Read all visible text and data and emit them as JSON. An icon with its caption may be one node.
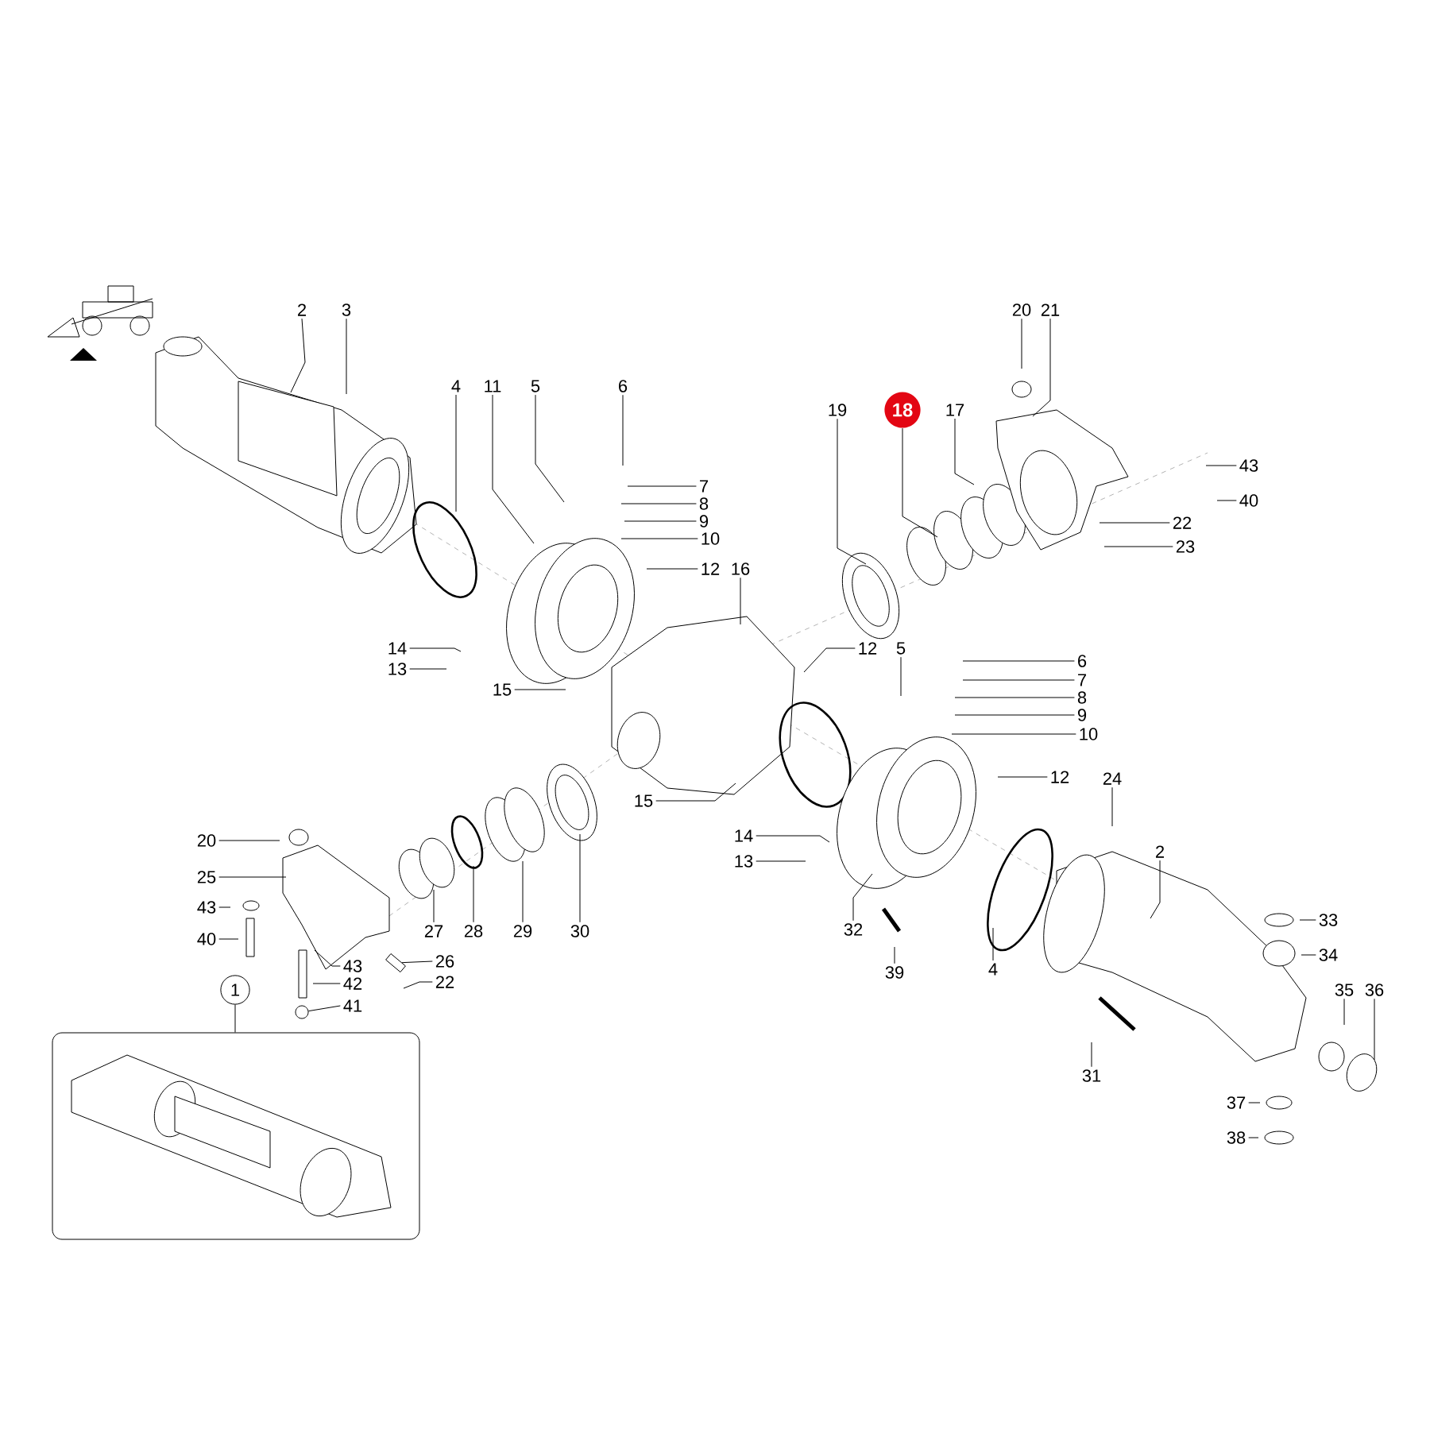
{
  "diagram": {
    "nodes": [
      {
        "text": [
          "2"
        ]
      },
      {
        "text": [
          "3"
        ]
      },
      {
        "text": [
          "20"
        ]
      },
      {
        "text": [
          "21"
        ]
      },
      {
        "text": [
          "4"
        ]
      },
      {
        "text": [
          "11"
        ]
      },
      {
        "text": [
          "5"
        ]
      },
      {
        "text": [
          "6"
        ]
      },
      {
        "text": [
          "19"
        ]
      },
      {
        "text": [
          "18"
        ]
      },
      {
        "text": [
          "17"
        ]
      },
      {
        "text": [
          "43"
        ]
      },
      {
        "text": [
          "7"
        ]
      },
      {
        "text": [
          "40"
        ]
      },
      {
        "text": [
          "8"
        ]
      },
      {
        "text": [
          "9"
        ]
      },
      {
        "text": [
          "22"
        ]
      },
      {
        "text": [
          "10"
        ]
      },
      {
        "text": [
          "23"
        ]
      },
      {
        "text": [
          "12"
        ]
      },
      {
        "text": [
          "16"
        ]
      },
      {
        "text": [
          "14"
        ]
      },
      {
        "text": [
          "12"
        ]
      },
      {
        "text": [
          "5"
        ]
      },
      {
        "text": [
          "6"
        ]
      },
      {
        "text": [
          "13"
        ]
      },
      {
        "text": [
          "7"
        ]
      },
      {
        "text": [
          "15"
        ]
      },
      {
        "text": [
          "8"
        ]
      },
      {
        "text": [
          "9"
        ]
      },
      {
        "text": [
          "10"
        ]
      },
      {
        "text": [
          "12"
        ]
      },
      {
        "text": [
          "24"
        ]
      },
      {
        "text": [
          "15"
        ]
      },
      {
        "text": [
          "14"
        ]
      },
      {
        "text": [
          "20"
        ]
      },
      {
        "text": [
          "2"
        ]
      },
      {
        "text": [
          "13"
        ]
      },
      {
        "text": [
          "25"
        ]
      },
      {
        "text": [
          "43"
        ]
      },
      {
        "text": [
          "33"
        ]
      },
      {
        "text": [
          "32"
        ]
      },
      {
        "text": [
          "27"
        ]
      },
      {
        "text": [
          "28"
        ]
      },
      {
        "text": [
          "29"
        ]
      },
      {
        "text": [
          "30"
        ]
      },
      {
        "text": [
          "40"
        ]
      },
      {
        "text": [
          "34"
        ]
      },
      {
        "text": [
          "26"
        ]
      },
      {
        "text": [
          "43"
        ]
      },
      {
        "text": [
          "39"
        ]
      },
      {
        "text": [
          "4"
        ]
      },
      {
        "text": [
          "22"
        ]
      },
      {
        "text": [
          "42"
        ]
      },
      {
        "text": [
          "35"
        ]
      },
      {
        "text": [
          "36"
        ]
      },
      {
        "text": [
          "1"
        ]
      },
      {
        "text": [
          "41"
        ]
      },
      {
        "text": [
          "31"
        ]
      },
      {
        "text": [
          "37"
        ]
      },
      {
        "text": [
          "38"
        ]
      },
      {
        "text": [],
        "shape": "picture"
      },
      {
        "text": [],
        "shape": "picture"
      },
      {
        "text": [],
        "shape": "circle"
      }
    ],
    "edges": [
      {
        "from": 0,
        "to": null,
        "arrow": "none"
      },
      {
        "from": 1,
        "to": null,
        "arrow": "none"
      },
      {
        "from": 2,
        "to": null,
        "arrow": "none"
      },
      {
        "from": 3,
        "to": null,
        "arrow": "none"
      },
      {
        "from": 4,
        "to": null,
        "arrow": "none"
      },
      {
        "from": 5,
        "to": null,
        "arrow": "none"
      },
      {
        "from": 6,
        "to": null,
        "arrow": "none"
      },
      {
        "from": 7,
        "to": null,
        "arrow": "none"
      },
      {
        "from": 8,
        "to": null,
        "arrow": "none"
      },
      {
        "from": 9,
        "to": null,
        "arrow": "none"
      },
      {
        "from": 10,
        "to": null,
        "arrow": "none"
      },
      {
        "from": 11,
        "to": null,
        "arrow": "none"
      },
      {
        "from": 12,
        "to": null,
        "arrow": "none"
      },
      {
        "from": 13,
        "to": null,
        "arrow": "none"
      },
      {
        "from": 14,
        "to": null,
        "arrow": "none"
      },
      {
        "from": 15,
        "to": null,
        "arrow": "none"
      },
      {
        "from": 16,
        "to": null,
        "arrow": "none"
      },
      {
        "from": 17,
        "to": null,
        "arrow": "none"
      },
      {
        "from": 18,
        "to": null,
        "arrow": "none"
      },
      {
        "from": 19,
        "to": null,
        "arrow": "none"
      },
      {
        "from": 20,
        "to": null,
        "arrow": "none"
      },
      {
        "from": 21,
        "to": null,
        "arrow": "none"
      },
      {
        "from": 22,
        "to": null,
        "arrow": "none"
      },
      {
        "from": 23,
        "to": null,
        "arrow": "none"
      },
      {
        "from": 24,
        "to": null,
        "arrow": "none"
      },
      {
        "from": 25,
        "to": null,
        "arrow": "none"
      },
      {
        "from": 26,
        "to": null,
        "arrow": "none"
      },
      {
        "from": 27,
        "to": null,
        "arrow": "none"
      },
      {
        "from": 28,
        "to": null,
        "arrow": "none"
      },
      {
        "from": 29,
        "to": null,
        "arrow": "none"
      },
      {
        "from": 30,
        "to": null,
        "arrow": "none"
      },
      {
        "from": 31,
        "to": null,
        "arrow": "none"
      },
      {
        "from": 32,
        "to": null,
        "arrow": "none"
      },
      {
        "from": 33,
        "to": null,
        "arrow": "none"
      },
      {
        "from": 34,
        "to": null,
        "arrow": "none"
      },
      {
        "from": 35,
        "to": null,
        "arrow": "none"
      },
      {
        "from": 36,
        "to": null,
        "arrow": "none"
      },
      {
        "from": 37,
        "to": null,
        "arrow": "none"
      },
      {
        "from": 38,
        "to": null,
        "arrow": "none"
      },
      {
        "from": 39,
        "to": null,
        "arrow": "none"
      },
      {
        "from": 40,
        "to": null,
        "arrow": "none"
      },
      {
        "from": 41,
        "to": null,
        "arrow": "none"
      },
      {
        "from": 42,
        "to": null,
        "arrow": "none"
      },
      {
        "from": 43,
        "to": null,
        "arrow": "none"
      },
      {
        "from": 44,
        "to": null,
        "arrow": "none"
      },
      {
        "from": 45,
        "to": null,
        "arrow": "none"
      },
      {
        "from": 46,
        "to": null,
        "arrow": "none"
      },
      {
        "from": 47,
        "to": null,
        "arrow": "none"
      },
      {
        "from": 48,
        "to": 62,
        "arrow": "none"
      },
      {
        "from": 49,
        "to": null,
        "arrow": "none"
      },
      {
        "from": 50,
        "to": null,
        "arrow": "none"
      },
      {
        "from": 51,
        "to": null,
        "arrow": "none"
      },
      {
        "from": 52,
        "to": null,
        "arrow": "none"
      },
      {
        "from": 53,
        "to": null,
        "arrow": "none"
      },
      {
        "from": 54,
        "to": null,
        "arrow": "none"
      },
      {
        "from": 55,
        "to": null,
        "arrow": "none"
      },
      {
        "from": 56,
        "to": 61,
        "arrow": "none"
      },
      {
        "from": 57,
        "to": 63,
        "arrow": "none"
      },
      {
        "from": 58,
        "to": null,
        "arrow": "none"
      },
      {
        "from": 59,
        "to": null,
        "arrow": "none"
      },
      {
        "from": 60,
        "to": null,
        "arrow": "none"
      }
    ]
  }
}
